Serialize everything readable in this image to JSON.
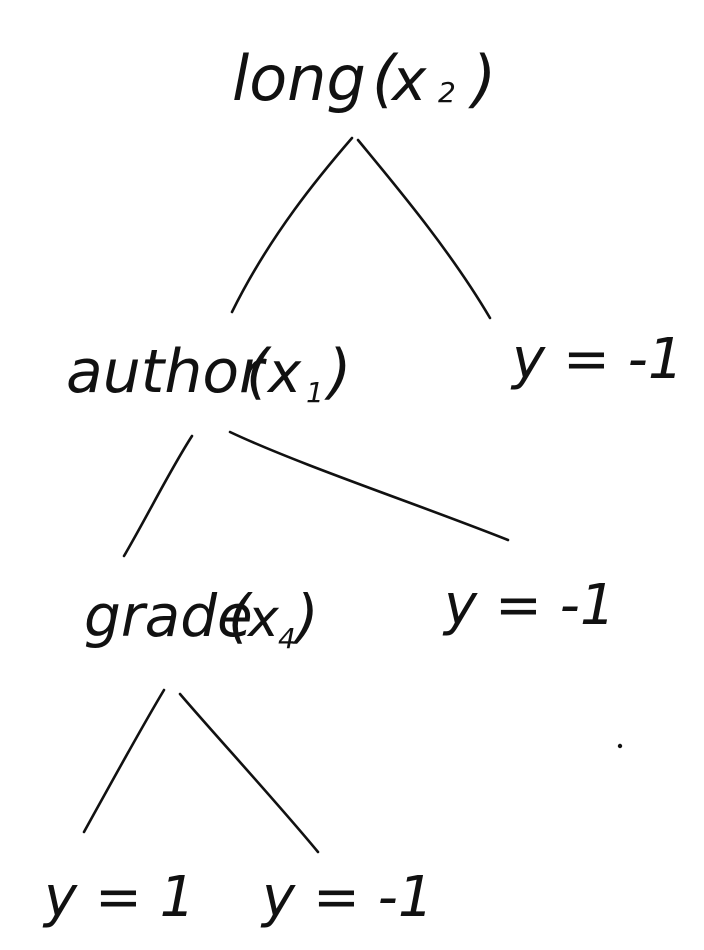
{
  "tree": {
    "root": {
      "name": "long",
      "var": "x",
      "sub": "2"
    },
    "node_author": {
      "name": "author",
      "var": "x",
      "sub": "1"
    },
    "node_grade": {
      "name": "grade",
      "var": "x",
      "sub": "4"
    },
    "leaf_long_right": {
      "text": "y = -1"
    },
    "leaf_author_right": {
      "text": "y = -1"
    },
    "leaf_grade_left": {
      "text": "y = 1"
    },
    "leaf_grade_right": {
      "text": "y = -1"
    }
  },
  "colors": {
    "ink": "#111111",
    "background": "#ffffff"
  }
}
